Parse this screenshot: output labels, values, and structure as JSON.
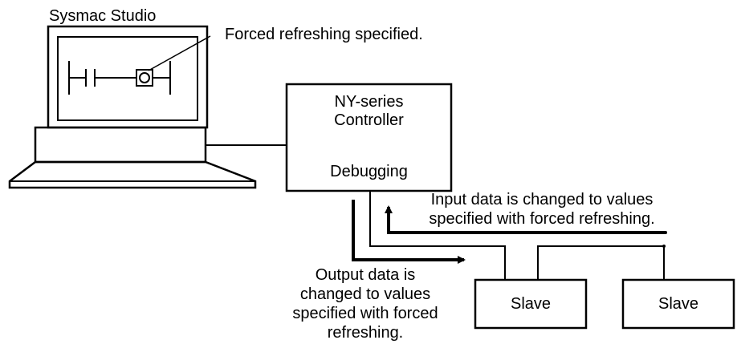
{
  "pc": {
    "title": "Sysmac Studio"
  },
  "callout": {
    "text": "Forced refreshing specified."
  },
  "controller": {
    "name_line1": "NY-series",
    "name_line2": "Controller",
    "mode": "Debugging"
  },
  "input_note": {
    "line1": "Input data is changed to values",
    "line2": "specified with forced refreshing."
  },
  "output_note": {
    "line1": "Output data is",
    "line2": "changed to values",
    "line3": "specified with forced",
    "line4": "refreshing."
  },
  "slaves": [
    {
      "label": "Slave"
    },
    {
      "label": "Slave"
    }
  ],
  "colors": {
    "line": "#000000",
    "background": "#ffffff"
  }
}
